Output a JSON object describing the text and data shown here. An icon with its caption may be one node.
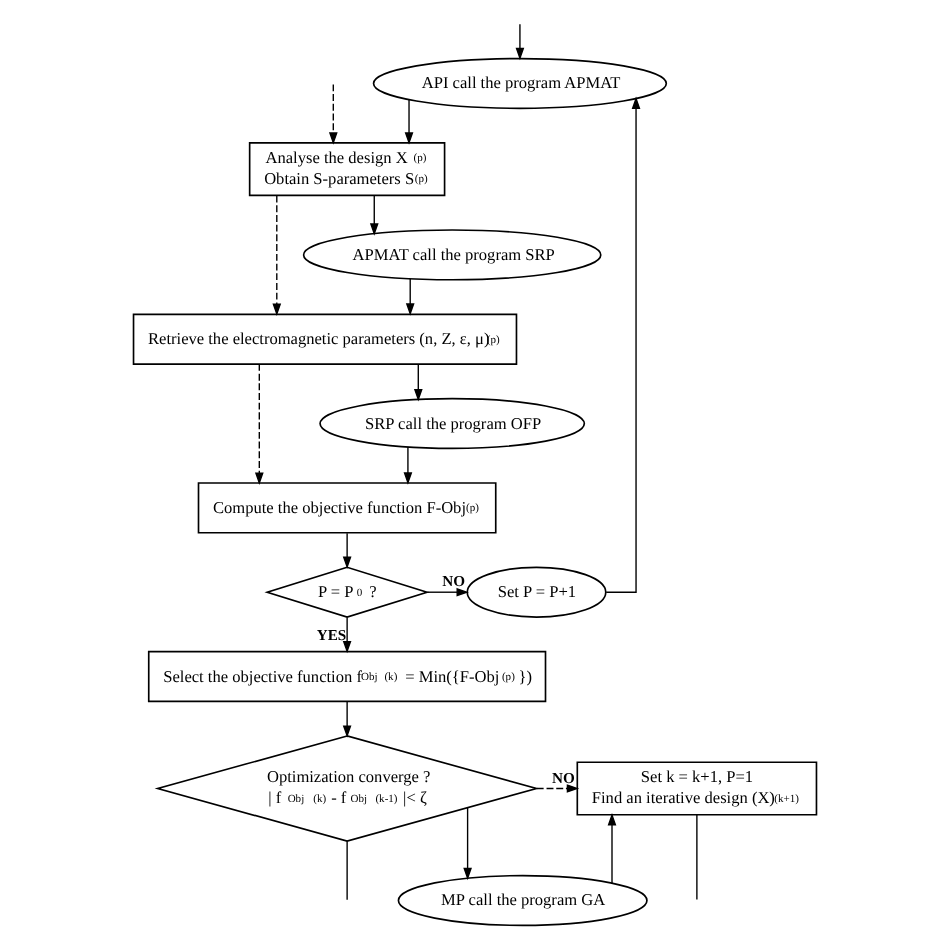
{
  "diagram": {
    "nodes": [
      {
        "text": [
          "API call the program APMAT"
        ]
      },
      {
        "text": [
          "Analyse the design X$_{(p)}$",
          "Obtain S-parameters S$_{(p)}$"
        ]
      },
      {
        "text": [
          "APMAT call the program SRP"
        ]
      },
      {
        "text": [
          "Retrieve the electromagnetic parameters (n, Z, ε, μ)$_{(p)}$"
        ]
      },
      {
        "text": [
          "SRP call the program OFP"
        ]
      },
      {
        "text": [
          "Compute the objective function F-Obj$_{(p)}$"
        ]
      },
      {
        "text": [
          "P = P$_{0}$ ?"
        ]
      },
      {
        "text": [
          "Set P = P+1"
        ]
      },
      {
        "text": [
          "Select the objective function f$_{Obj}$$^{(k)}$ = Min({F-Obj$_{(p)}$})"
        ]
      },
      {
        "text": [
          "Optimization converge ?",
          "| f$_{Obj}$$^{(k)}$- f$_{Obj}$$^{(k-1)}$|< ζ"
        ]
      },
      {
        "text": [
          "MP call the program GA"
        ]
      },
      {
        "text": [
          "Set k = k+1, P=1",
          "Find an iterative design (X)$^{(k+1)}$"
        ]
      }
    ],
    "edges": [
      {
        "from": null,
        "to": 0,
        "arrow": "to"
      },
      {
        "from": null,
        "to": 1,
        "arrow": "to",
        "style": "dashed"
      },
      {
        "from": 0,
        "to": 1,
        "arrow": "to"
      },
      {
        "from": 1,
        "to": 2,
        "arrow": "to"
      },
      {
        "from": 1,
        "to": 3,
        "arrow": "to",
        "style": "dashed"
      },
      {
        "from": 2,
        "to": 3,
        "arrow": "to"
      },
      {
        "from": 3,
        "to": 4,
        "arrow": "to"
      },
      {
        "from": 3,
        "to": 5,
        "arrow": "to",
        "style": "dashed"
      },
      {
        "from": 4,
        "to": 5,
        "arrow": "to"
      },
      {
        "from": 5,
        "to": 6,
        "arrow": "to"
      },
      {
        "from": 6,
        "to": 7,
        "arrow": "to",
        "label": "NO"
      },
      {
        "from": 7,
        "to": 0,
        "arrow": "to"
      },
      {
        "from": 6,
        "to": 8,
        "arrow": "to",
        "label": "YES"
      },
      {
        "from": 8,
        "to": 9,
        "arrow": "to"
      },
      {
        "from": 9,
        "to": 11,
        "arrow": "to",
        "style": "dashed",
        "label": "NO"
      },
      {
        "from": 9,
        "to": 10,
        "arrow": "to"
      },
      {
        "from": 10,
        "to": 11,
        "arrow": "to"
      },
      {
        "from": 11,
        "to": null,
        "arrow": "none"
      },
      {
        "from": 9,
        "to": null,
        "arrow": "none"
      }
    ]
  }
}
